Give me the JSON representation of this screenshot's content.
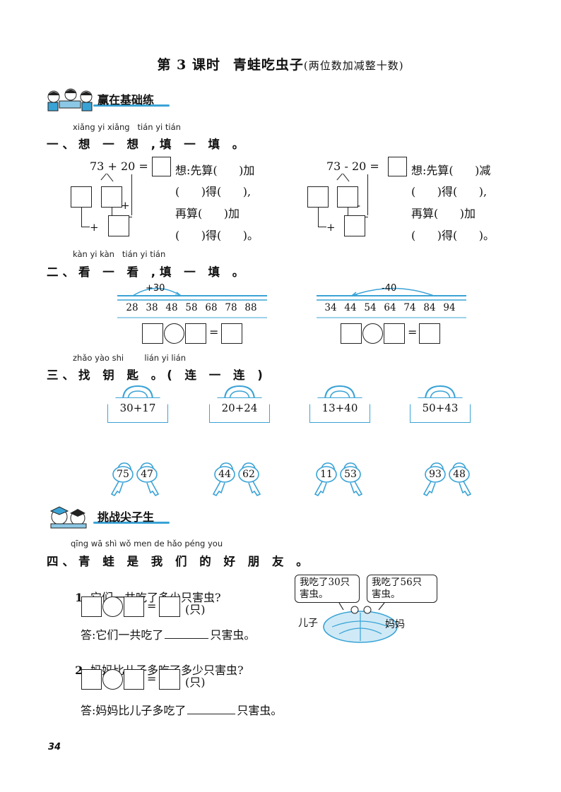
{
  "title": {
    "lesson": "第 3 课时",
    "topic": "青蛙吃虫子",
    "sub": "(两位数加减整十数)"
  },
  "banner1": {
    "label": "赢在基础练"
  },
  "banner2": {
    "label": "挑战尖子生"
  },
  "q1": {
    "pinyin": "xiǎng yi xiǎng   tián yi tián",
    "heading": "一、想 一 想 ,填 一 填 。",
    "left": {
      "expr": "73 + 20 =",
      "l1": "想:先算(      )加",
      "l2": "(      )得(      ),",
      "l3": "再算(      )加",
      "l4": "(      )得(      )。",
      "plus1": "+",
      "plus2": "+"
    },
    "right": {
      "expr": "73 - 20 =",
      "l1": "想:先算(      )减",
      "l2": "(      )得(      ),",
      "l3": "再算(      )加",
      "l4": "(      )得(      )。",
      "minus": "-",
      "plus": "+"
    }
  },
  "q2": {
    "pinyin": "kàn yi kàn   tián yi tián",
    "heading": "二、看 一 看 ,填 一 填 。",
    "left": {
      "arc": "+30",
      "ticks": [
        "28",
        "38",
        "48",
        "58",
        "68",
        "78",
        "88"
      ]
    },
    "right": {
      "arc": "-40",
      "ticks": [
        "34",
        "44",
        "54",
        "64",
        "74",
        "84",
        "94"
      ]
    },
    "eq": "="
  },
  "q3": {
    "pinyin": "zhǎo yào shi        lián yi lián",
    "heading": "三、找 钥 匙 。( 连 一 连 )",
    "locks": [
      "30+17",
      "20+24",
      "13+40",
      "50+43"
    ],
    "keys": [
      [
        "75",
        "47"
      ],
      [
        "44",
        "62"
      ],
      [
        "11",
        "53"
      ],
      [
        "93",
        "48"
      ]
    ]
  },
  "q4": {
    "pinyin": "qīng wā shì wǒ men de hǎo péng you",
    "heading": "四、青 蛙 是 我 们 的 好 朋 友 。",
    "p1": {
      "num": "1.",
      "question": "它们一共吃了多少只害虫?",
      "unit": "(只)",
      "ans_pre": "答:它们一共吃了",
      "ans_post": "只害虫。"
    },
    "p2": {
      "num": "2.",
      "question": "妈妈比儿子多吃了多少只害虫?",
      "unit": "(只)",
      "ans_pre": "答:妈妈比儿子多吃了",
      "ans_post": "只害虫。"
    },
    "eq": "=",
    "bubble_son": "我吃了30只\n害虫。",
    "bubble_mom": "我吃了56只\n害虫。",
    "son": "儿子",
    "mom": "妈妈"
  },
  "page_number": "34"
}
